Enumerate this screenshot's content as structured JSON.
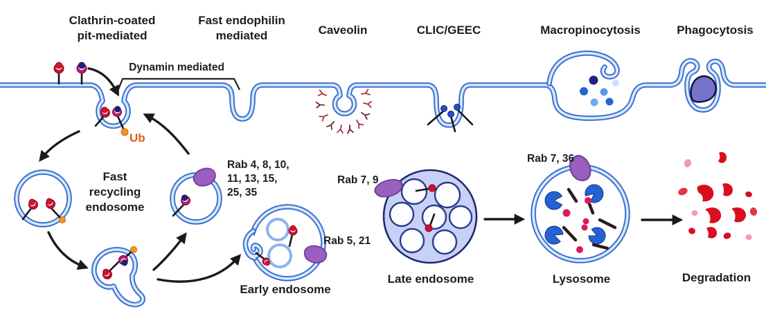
{
  "diagram": {
    "headings": [
      {
        "id": "clathrin",
        "label": "Clathrin-coated\npit-mediated"
      },
      {
        "id": "feme",
        "label": "Fast endophilin\nmediated"
      },
      {
        "id": "caveolin",
        "label": "Caveolin"
      },
      {
        "id": "clic-geec",
        "label": "CLIC/GEEC"
      },
      {
        "id": "macropinocytosis",
        "label": "Macropinocytosis"
      },
      {
        "id": "phagocytosis",
        "label": "Phagocytosis"
      }
    ],
    "membrane": {
      "dynamin_label": "Dynamin mediated",
      "ub_label": "Ub"
    },
    "recycling": {
      "fast_recycling_label": "Fast\nrecycling\nendosome",
      "rab_label": "Rab 4, 8, 10,\n11, 13, 15,\n25, 35"
    },
    "organelles": {
      "early_endosome": {
        "label": "Early endosome",
        "rab_label": "Rab 5, 21"
      },
      "late_endosome": {
        "label": "Late endosome",
        "rab_label": "Rab 7, 9"
      },
      "lysosome": {
        "label": "Lysosome",
        "rab_label": "Rab 7, 36"
      },
      "degradation": {
        "label": "Degradation"
      }
    },
    "colors": {
      "membrane_outline": "#3465c8",
      "membrane_inner": "#a9ccf4",
      "rab_protein_purple": "#9a5fc0",
      "ubiquitin_orange": "#f5941e",
      "ub_text_orange": "#d95f1a",
      "receptor_red": "#c81038",
      "ligand_red": "#e8101c",
      "ligand_navy": "#20207e",
      "receptor_magenta": "#c2186b",
      "lysosome_enzyme_blue": "#2563d4",
      "late_endosome_fill": "#c7d0f5",
      "degradation_red": "#d80f1e",
      "degradation_pink": "#f29ab0",
      "caveolin_red": "#b03038",
      "arrow_black": "#1a1a1a",
      "label_black": "#1c1c1c"
    }
  }
}
